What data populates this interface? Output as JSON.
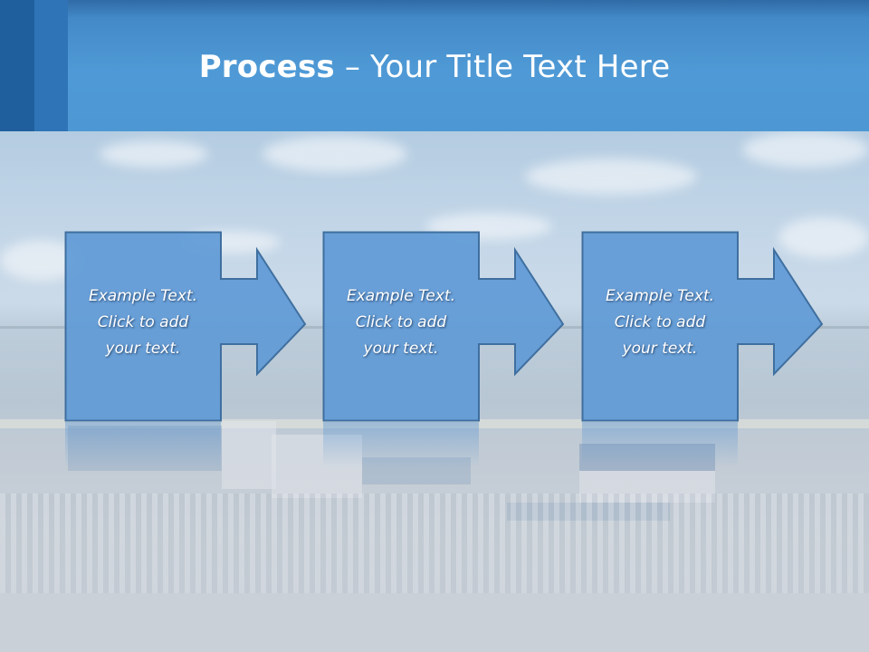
{
  "slide": {
    "title_bold": "Process",
    "title_rest": " – Your Title Text Here",
    "colors": {
      "header": "#4a94d2",
      "header_dark_block": "#1f5f9e",
      "header_mid_block": "#2f74b6",
      "step_fill": "#5f9ad6",
      "step_stroke": "#3f6f9f",
      "text": "#ffffff"
    },
    "steps": [
      {
        "line1": "Example Text.",
        "line2": "Click  to add",
        "line3": "your text."
      },
      {
        "line1": "Example Text.",
        "line2": "Click  to add",
        "line3": "your text."
      },
      {
        "line1": "Example Text.",
        "line2": "Click  to add",
        "line3": "your text."
      }
    ]
  }
}
